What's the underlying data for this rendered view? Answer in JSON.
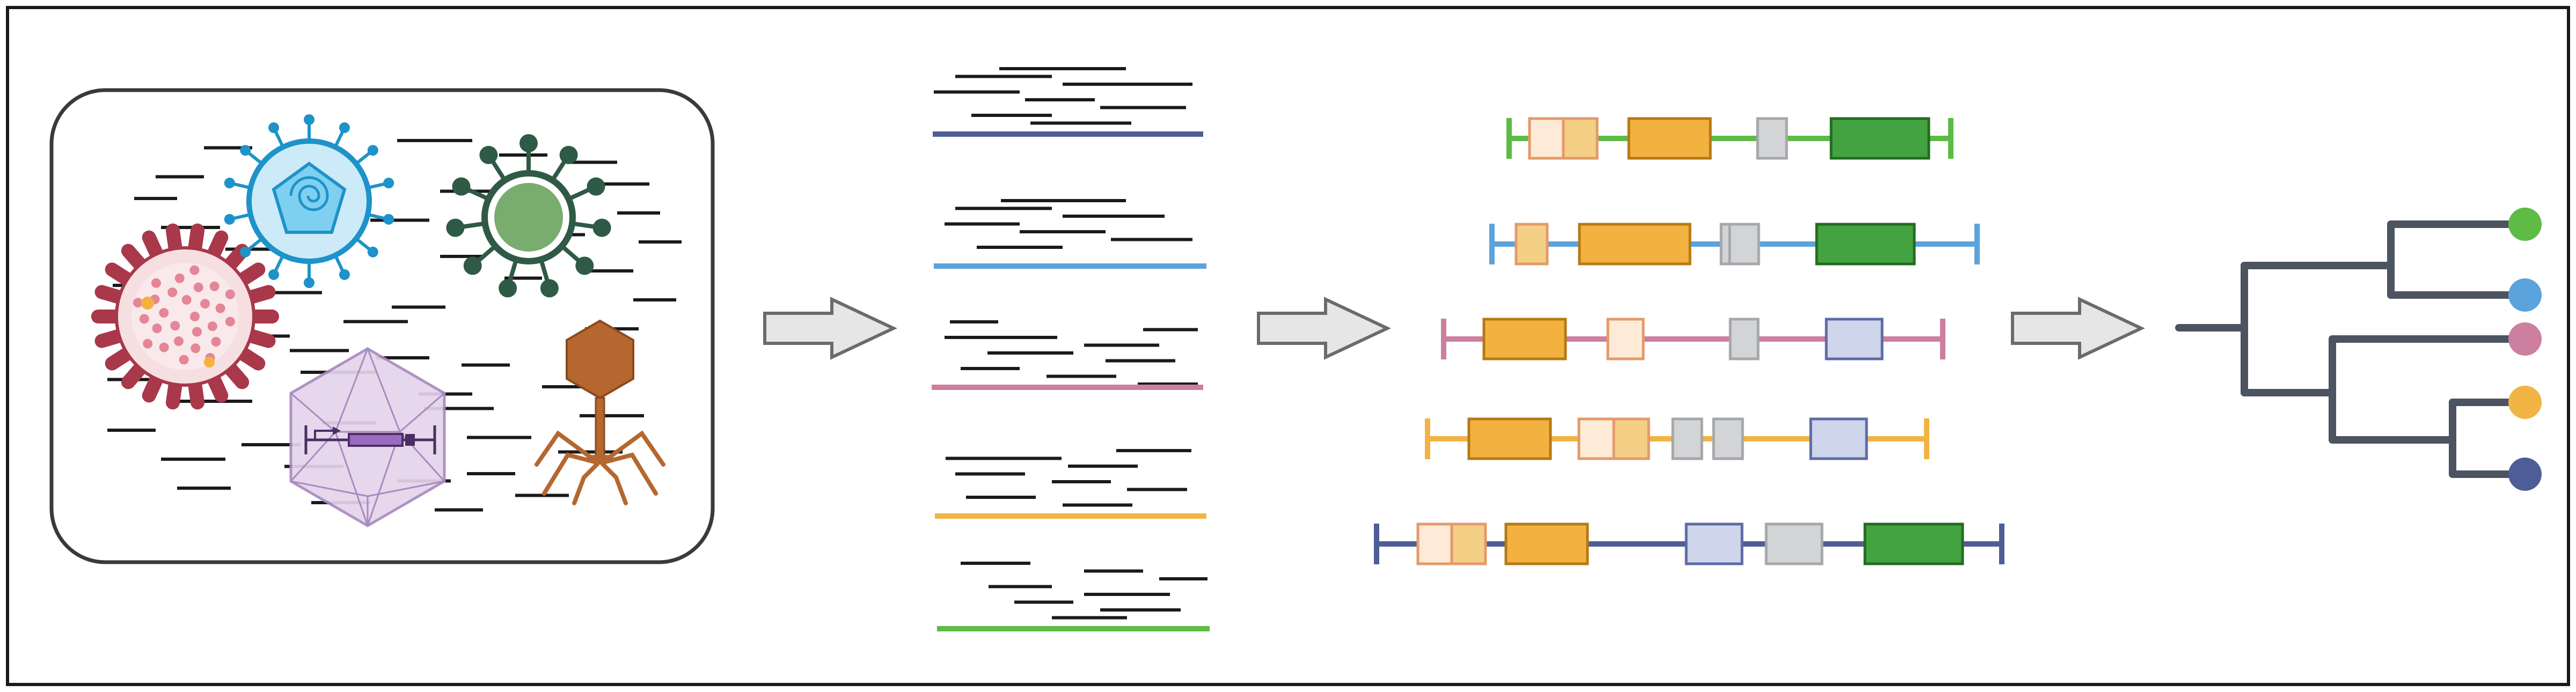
{
  "figure": {
    "stages": [
      "metagenome-sample",
      "assembled-contigs",
      "annotated-genomes",
      "phylogenetic-tree"
    ]
  },
  "palette": {
    "frame": "#1a1a1a",
    "read": "#1a1a1a",
    "arrow_fill": "#e6e6e6",
    "arrow_stroke": "#6b6b6b",
    "gene_orange": "#f3b23f",
    "gene_orange_stroke": "#b37a16",
    "gene_pale": "#fdebd7",
    "gene_pale_stroke": "#e39a6a",
    "gene_tan": "#f4cf86",
    "gene_gray": "#d3d4d6",
    "gene_gray_stroke": "#a6a7aa",
    "gene_lavender": "#cfd5ea",
    "gene_lavender_stroke": "#5d6aa6",
    "gene_green": "#43a340",
    "gene_green_stroke": "#246b22",
    "tree": "#4c5361"
  },
  "contigs": [
    {
      "id": "navy",
      "color": "#4f5d96"
    },
    {
      "id": "blue",
      "color": "#5ba3dc"
    },
    {
      "id": "pink",
      "color": "#cc7f9e"
    },
    {
      "id": "yellow",
      "color": "#f1b444"
    },
    {
      "id": "green",
      "color": "#5dbb46"
    }
  ],
  "genomes": [
    {
      "id": "green",
      "color": "#5dbb46",
      "genes": [
        "split",
        "orange",
        "gray",
        "green"
      ]
    },
    {
      "id": "blue",
      "color": "#5ba3dc",
      "genes": [
        "tan",
        "orange",
        "gray-split",
        "green"
      ]
    },
    {
      "id": "pink",
      "color": "#cc7f9e",
      "genes": [
        "orange",
        "pale",
        "gray",
        "lavender"
      ]
    },
    {
      "id": "yellow",
      "color": "#f1b444",
      "genes": [
        "orange",
        "split",
        "gray",
        "gray",
        "lavender"
      ]
    },
    {
      "id": "navy",
      "color": "#4f5d96",
      "genes": [
        "split",
        "orange",
        "lavender",
        "gray",
        "green"
      ]
    }
  ],
  "tree": {
    "tips": [
      {
        "id": "green",
        "color": "#5dbb46"
      },
      {
        "id": "blue",
        "color": "#5ba3dc"
      },
      {
        "id": "pink",
        "color": "#cc7f9e"
      },
      {
        "id": "yellow",
        "color": "#f1b444"
      },
      {
        "id": "navy",
        "color": "#4f5d96"
      }
    ]
  }
}
